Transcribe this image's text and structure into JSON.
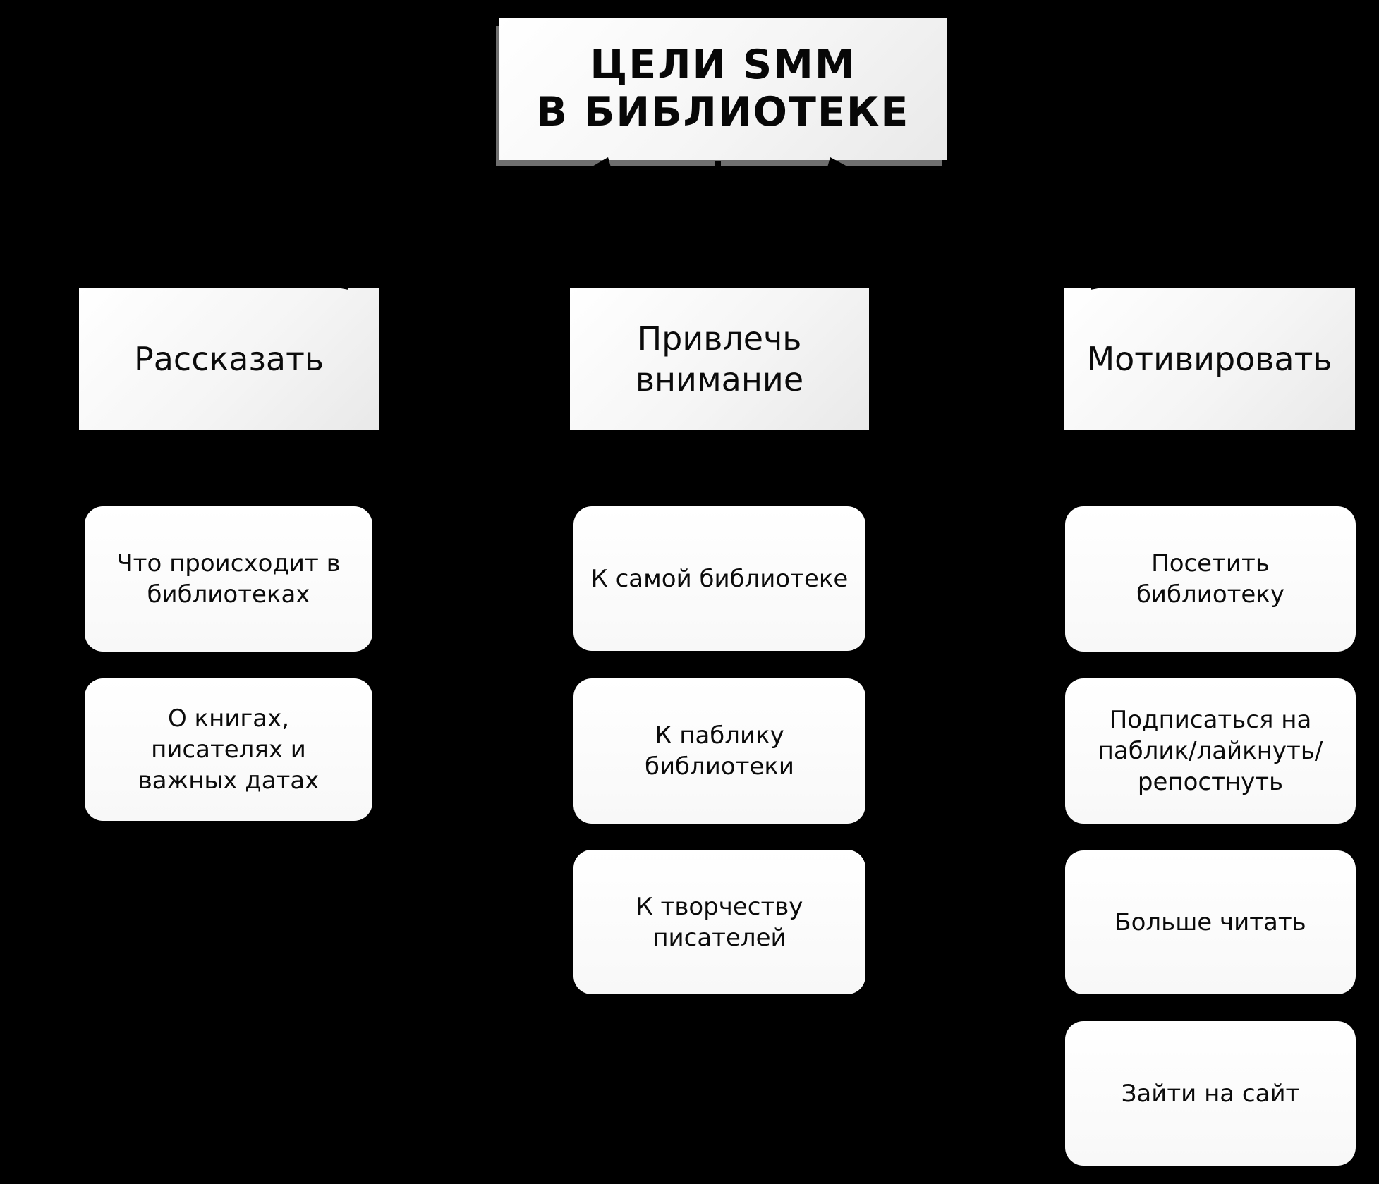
{
  "diagram": {
    "background_color": "#000000",
    "box_fill_color": "#ffffff",
    "text_color": "#0b0b0b",
    "shadow_color": "#6f6f6f",
    "arrow_color": "#000000",
    "title": {
      "lines": [
        "ЦЕЛИ SMM",
        "В БИБЛИОТЕКЕ"
      ]
    },
    "columns": [
      {
        "category": {
          "lines": [
            "Рассказать"
          ]
        },
        "items": [
          {
            "lines": [
              "Что происходит в",
              "библиотеках"
            ]
          },
          {
            "lines": [
              "О книгах,",
              "писателях и",
              "важных датах"
            ]
          }
        ]
      },
      {
        "category": {
          "lines": [
            "Привлечь",
            "внимание"
          ]
        },
        "items": [
          {
            "lines": [
              "К самой библиотеке"
            ]
          },
          {
            "lines": [
              "К паблику",
              "библиотеки"
            ]
          },
          {
            "lines": [
              "К творчеству",
              "писателей"
            ]
          }
        ]
      },
      {
        "category": {
          "lines": [
            "Мотивировать"
          ]
        },
        "items": [
          {
            "lines": [
              "Посетить",
              "библиотеку"
            ]
          },
          {
            "lines": [
              "Подписаться на",
              "паблик/лайкнуть/",
              "репостнуть"
            ]
          },
          {
            "lines": [
              "Больше читать"
            ]
          },
          {
            "lines": [
              "Зайти на сайт"
            ]
          }
        ]
      }
    ]
  }
}
